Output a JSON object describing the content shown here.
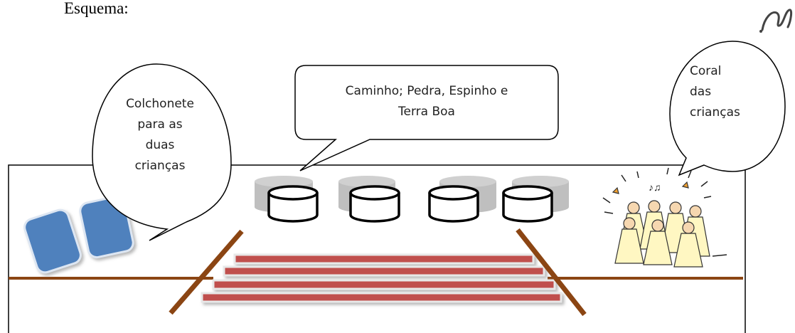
{
  "heading": "Esquema:",
  "bubbles": {
    "mat": {
      "lines": [
        "Colchonete",
        "para as",
        "duas",
        "crianças"
      ]
    },
    "path": {
      "lines": [
        "Caminho; Pedra, Espinho e",
        "Terra Boa"
      ]
    },
    "choir": {
      "lines": [
        "Coral",
        "das",
        "crianças"
      ]
    }
  },
  "icons": {
    "mats": "mat-icon",
    "drums": "drum-icon",
    "choir": "choir-clipart-icon",
    "stairs": "stairs-icon"
  },
  "colors": {
    "mat_fill": "#4f81bd",
    "floor_line": "#8b4513",
    "stair_stripe": "#c0504d",
    "drum_back": "#bfbfbf"
  }
}
